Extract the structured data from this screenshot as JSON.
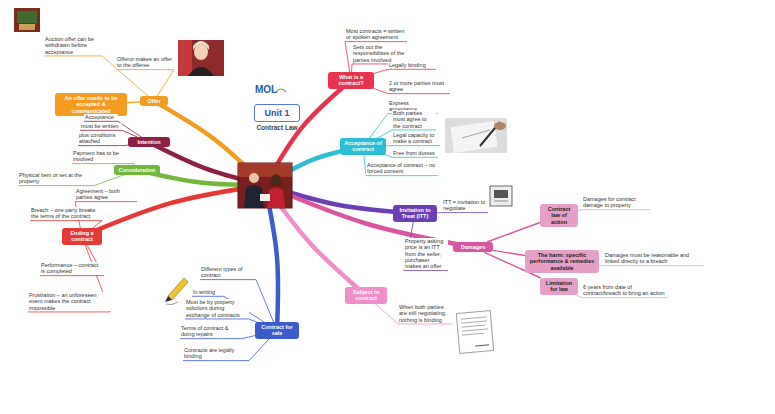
{
  "diagram": {
    "nodes": [
      {
        "text": [
          "Unit 1",
          "Contract Law"
        ]
      },
      {
        "text": [
          "What is a contract?"
        ]
      },
      {
        "text": [
          "Acceptance of contract"
        ]
      },
      {
        "text": [
          "Invitation to Treat (ITT)"
        ]
      },
      {
        "text": [
          "Damages"
        ]
      },
      {
        "text": [
          "Contract law of action"
        ]
      },
      {
        "text": [
          "The harm: specific performance & remedies available"
        ]
      },
      {
        "text": [
          "Limitation for law"
        ]
      },
      {
        "text": [
          "Subject to contract"
        ]
      },
      {
        "text": [
          "Contract for sale"
        ]
      },
      {
        "text": [
          "Ending a contract"
        ]
      },
      {
        "text": [
          "Consideration"
        ]
      },
      {
        "text": [
          "Intention"
        ]
      },
      {
        "text": [
          "Offer"
        ]
      },
      {
        "text": [
          "An offer needs to be accepted & communicated"
        ]
      }
    ],
    "edges": [
      {
        "from": 4,
        "to": 5,
        "arrow": "none"
      },
      {
        "from": 4,
        "to": 6,
        "arrow": "none"
      },
      {
        "from": 4,
        "to": 7,
        "arrow": "none"
      },
      {
        "from": 13,
        "to": 14,
        "arrow": "none"
      }
    ],
    "labels": [
      "MOL",
      "Most contracts = written or spoken agreement",
      "Sets out the responsibilities of the parties involved",
      "Legally binding",
      "2 or more parties must agree",
      "Express acceptance",
      "Both parties must agree to the contract",
      "Legal capacity to make a contract",
      "Free from duress",
      "Acceptance of contract – no forced consent",
      "ITT = invitation to negotiate",
      "Property asking price is an ITT from the seller, purchaser makes an offer",
      "Damages for contract damage to property",
      "Damages must be reasonable and linked directly to a breach",
      "6 years from date of contract/breach to bring an action",
      "When both parties are still negotiating, nothing is binding",
      "Different types of contract",
      "In writing",
      "Must be by property solicitors during exchange of contracts",
      "Terms of contract & doing repairs",
      "Contracts are legally binding",
      "Agreement – both parties agree",
      "Breach – one party breaks the terms of the contract",
      "Performance – contract is completed",
      "Frustration – an unforeseen event makes the contract impossible",
      "Payment has to be involved",
      "Physical item or set at the property",
      "Acceptance",
      "must be written",
      "plus conditions attached",
      "Auction offer can be withdrawn before acceptance",
      "Offeror makes an offer to the offeree"
    ]
  }
}
